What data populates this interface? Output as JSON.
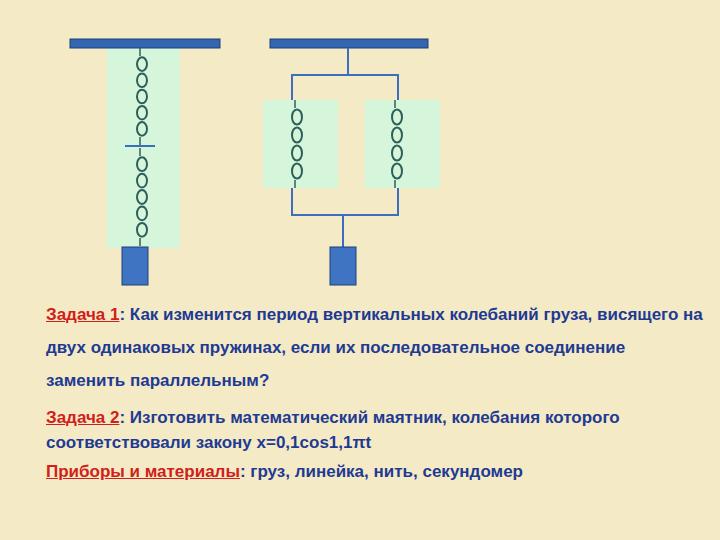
{
  "diagram": {
    "labels": [
      "Задача 1",
      ": Как изменится период вертикальных колебаний груза, висящего на двух одинаковых пружинах, если их последовательное соединение заменить параллельным?",
      "Задача 2",
      ": Изготовить математический маятник, колебания которого соответствовали закону x=0,1cos1,1πt",
      "Приборы и материалы",
      ": груз, линейка, нить, секундомер"
    ]
  }
}
